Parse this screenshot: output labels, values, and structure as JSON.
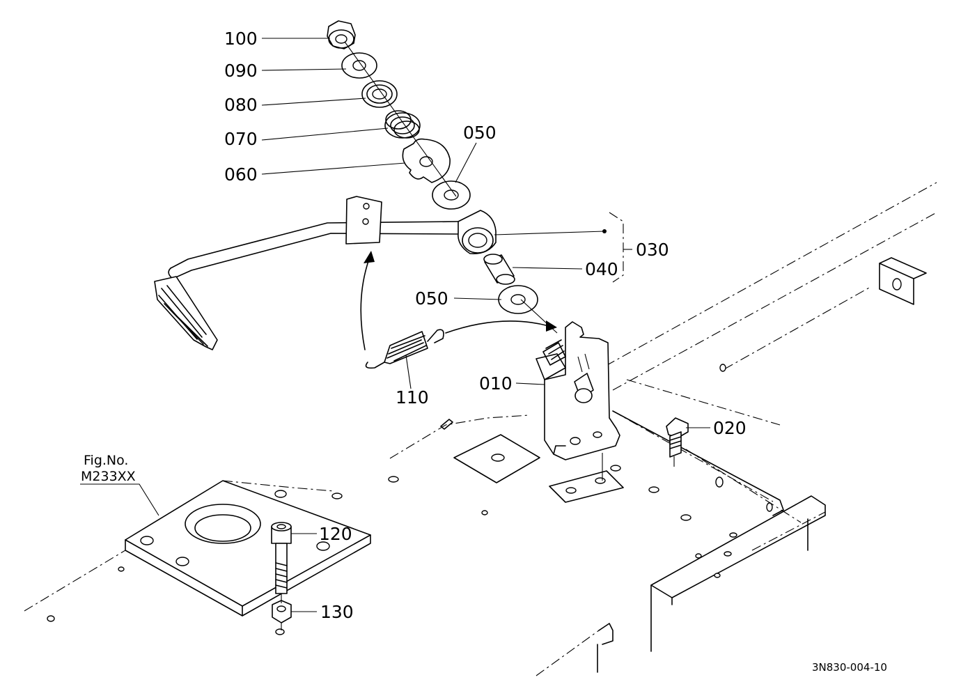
{
  "diagram": {
    "labels": {
      "p100": "100",
      "p090": "090",
      "p080": "080",
      "p070": "070",
      "p060": "060",
      "p050a": "050",
      "p030": "030",
      "p040": "040",
      "p050b": "050",
      "p110": "110",
      "p010": "010",
      "p020": "020",
      "p120": "120",
      "p130": "130"
    },
    "fig_ref_line1": "Fig.No.",
    "fig_ref_line2": "M233XX",
    "doc_code": "3N830-004-10"
  }
}
